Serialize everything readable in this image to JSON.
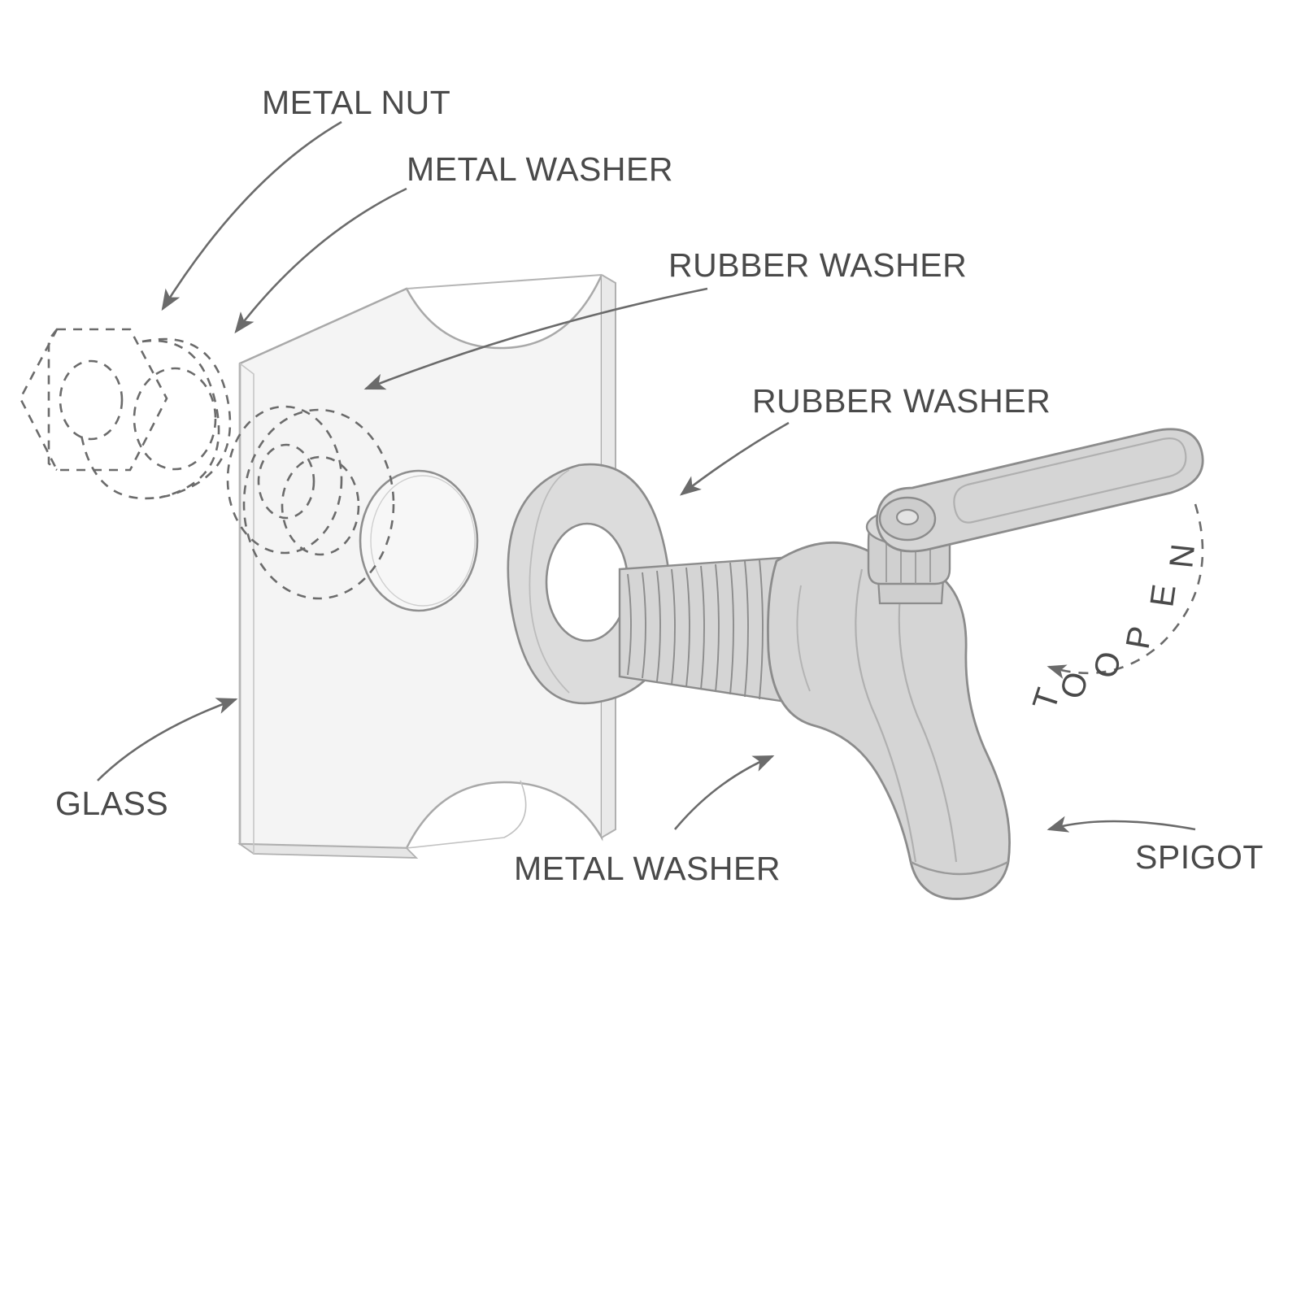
{
  "diagram": {
    "title": "Spigot assembly exploded diagram",
    "background_color": "#ffffff",
    "line_color": "#6b6b6b",
    "text_color": "#4a4a4a",
    "part_fill": "#d9d9d9",
    "glass_fill": "#f2f2f2",
    "labels": {
      "metal_nut": "METAL NUT",
      "metal_washer_top": "METAL WASHER",
      "rubber_washer_top": "RUBBER WASHER",
      "rubber_washer_mid": "RUBBER WASHER",
      "glass": "GLASS",
      "metal_washer_bottom": "METAL WASHER",
      "spigot": "SPIGOT",
      "to_open": "TO OPEN"
    },
    "to_open_letters": [
      "T",
      "O",
      "O",
      "P",
      "E",
      "N"
    ]
  }
}
